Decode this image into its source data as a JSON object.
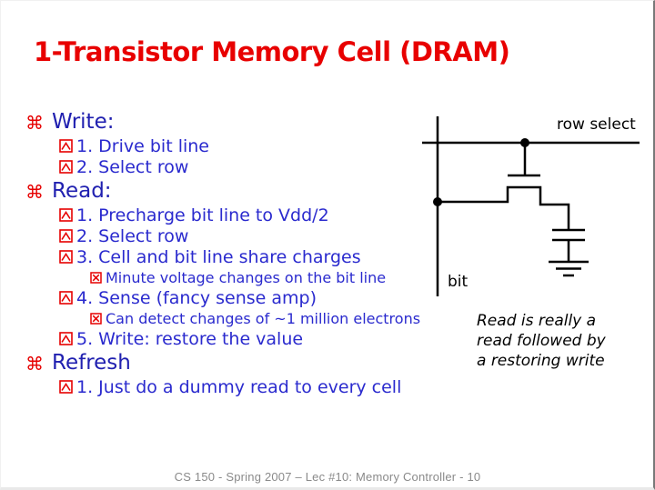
{
  "slide": {
    "title": "1-Transistor Memory Cell (DRAM)",
    "footer": "CS 150 - Spring  2007 – Lec #10: Memory Controller - 10"
  },
  "icons": {
    "level1_bullet": "⌘",
    "level2_bullet_name": "caret-box-bullet",
    "level3_bullet_name": "x-box-bullet"
  },
  "colors": {
    "title_red": "#e80000",
    "bullet_red": "#e60000",
    "header_blue": "#2020b0",
    "item_blue": "#2a2ace",
    "diagram_black": "#000000",
    "footer_gray": "#8a8a8a"
  },
  "list": {
    "items": [
      {
        "level": 1,
        "text": "Write:"
      },
      {
        "level": 2,
        "text": "1. Drive bit line"
      },
      {
        "level": 2,
        "text": "2. Select row"
      },
      {
        "level": 1,
        "text": "Read:"
      },
      {
        "level": 2,
        "text": "1. Precharge bit line to Vdd/2"
      },
      {
        "level": 2,
        "text": "2. Select row"
      },
      {
        "level": 2,
        "text": "3. Cell and bit line share charges"
      },
      {
        "level": 3,
        "text": "Minute voltage changes on the bit line"
      },
      {
        "level": 2,
        "text": "4. Sense (fancy sense amp)"
      },
      {
        "level": 3,
        "text": "Can detect changes of ~1 million electrons"
      },
      {
        "level": 2,
        "text": "5. Write: restore the value"
      },
      {
        "level": 1,
        "text": "Refresh"
      },
      {
        "level": 2,
        "text": "1. Just do a dummy read to every cell"
      }
    ]
  },
  "diagram": {
    "row_select_label": "row select",
    "bit_label": "bit"
  },
  "note": {
    "lines": [
      "Read is really a",
      "read followed by",
      "a restoring write"
    ]
  }
}
